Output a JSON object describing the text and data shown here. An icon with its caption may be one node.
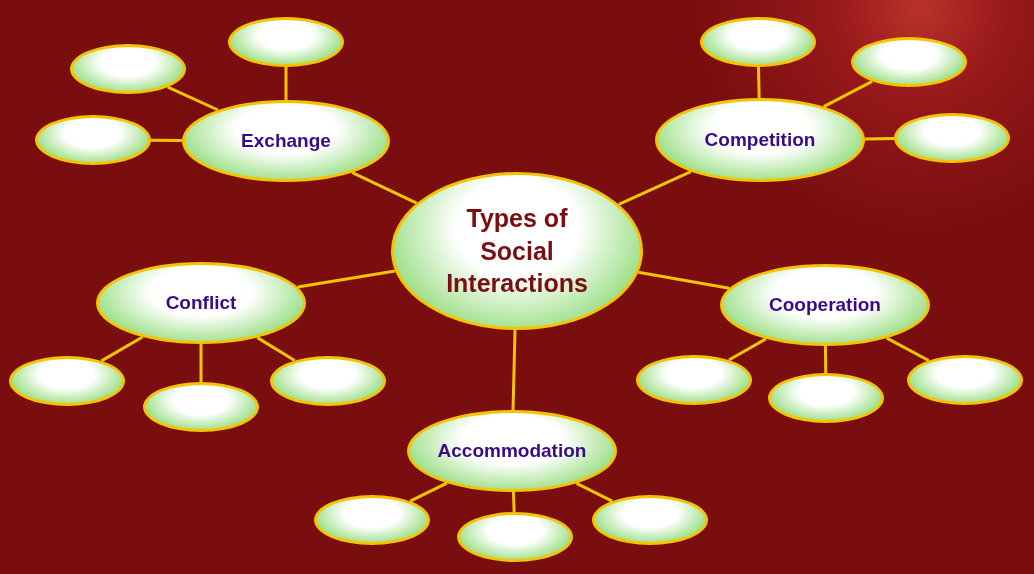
{
  "diagram": {
    "nodes": [
      {
        "text": [
          "Types of Social Interactions"
        ]
      },
      {
        "text": [
          "Exchange"
        ]
      },
      {
        "text": [
          "Competition"
        ]
      },
      {
        "text": [
          "Conflict"
        ]
      },
      {
        "text": [
          "Cooperation"
        ]
      },
      {
        "text": [
          "Accommodation"
        ]
      },
      {
        "text": [],
        "shape": "ellipse"
      },
      {
        "text": [],
        "shape": "ellipse"
      },
      {
        "text": [],
        "shape": "ellipse"
      },
      {
        "text": [],
        "shape": "ellipse"
      },
      {
        "text": [],
        "shape": "ellipse"
      },
      {
        "text": [],
        "shape": "ellipse"
      },
      {
        "text": [],
        "shape": "ellipse"
      },
      {
        "text": [],
        "shape": "ellipse"
      },
      {
        "text": [],
        "shape": "ellipse"
      },
      {
        "text": [],
        "shape": "ellipse"
      },
      {
        "text": [],
        "shape": "ellipse"
      },
      {
        "text": [],
        "shape": "ellipse"
      },
      {
        "text": [],
        "shape": "ellipse"
      },
      {
        "text": [],
        "shape": "ellipse"
      },
      {
        "text": [],
        "shape": "ellipse"
      }
    ],
    "edges": [
      {
        "from": 0,
        "to": 1,
        "arrow": "none"
      },
      {
        "from": 0,
        "to": 2,
        "arrow": "none"
      },
      {
        "from": 0,
        "to": 3,
        "arrow": "none"
      },
      {
        "from": 0,
        "to": 4,
        "arrow": "none"
      },
      {
        "from": 0,
        "to": 5,
        "arrow": "none"
      },
      {
        "from": 1,
        "to": 6,
        "arrow": "none"
      },
      {
        "from": 1,
        "to": 7,
        "arrow": "none"
      },
      {
        "from": 1,
        "to": 8,
        "arrow": "none"
      },
      {
        "from": 2,
        "to": 9,
        "arrow": "none"
      },
      {
        "from": 2,
        "to": 10,
        "arrow": "none"
      },
      {
        "from": 2,
        "to": 11,
        "arrow": "none"
      },
      {
        "from": 3,
        "to": 12,
        "arrow": "none"
      },
      {
        "from": 3,
        "to": 13,
        "arrow": "none"
      },
      {
        "from": 3,
        "to": 14,
        "arrow": "none"
      },
      {
        "from": 4,
        "to": 15,
        "arrow": "none"
      },
      {
        "from": 4,
        "to": 16,
        "arrow": "none"
      },
      {
        "from": 4,
        "to": 17,
        "arrow": "none"
      },
      {
        "from": 5,
        "to": 18,
        "arrow": "none"
      },
      {
        "from": 5,
        "to": 19,
        "arrow": "none"
      },
      {
        "from": 5,
        "to": 20,
        "arrow": "none"
      }
    ]
  }
}
